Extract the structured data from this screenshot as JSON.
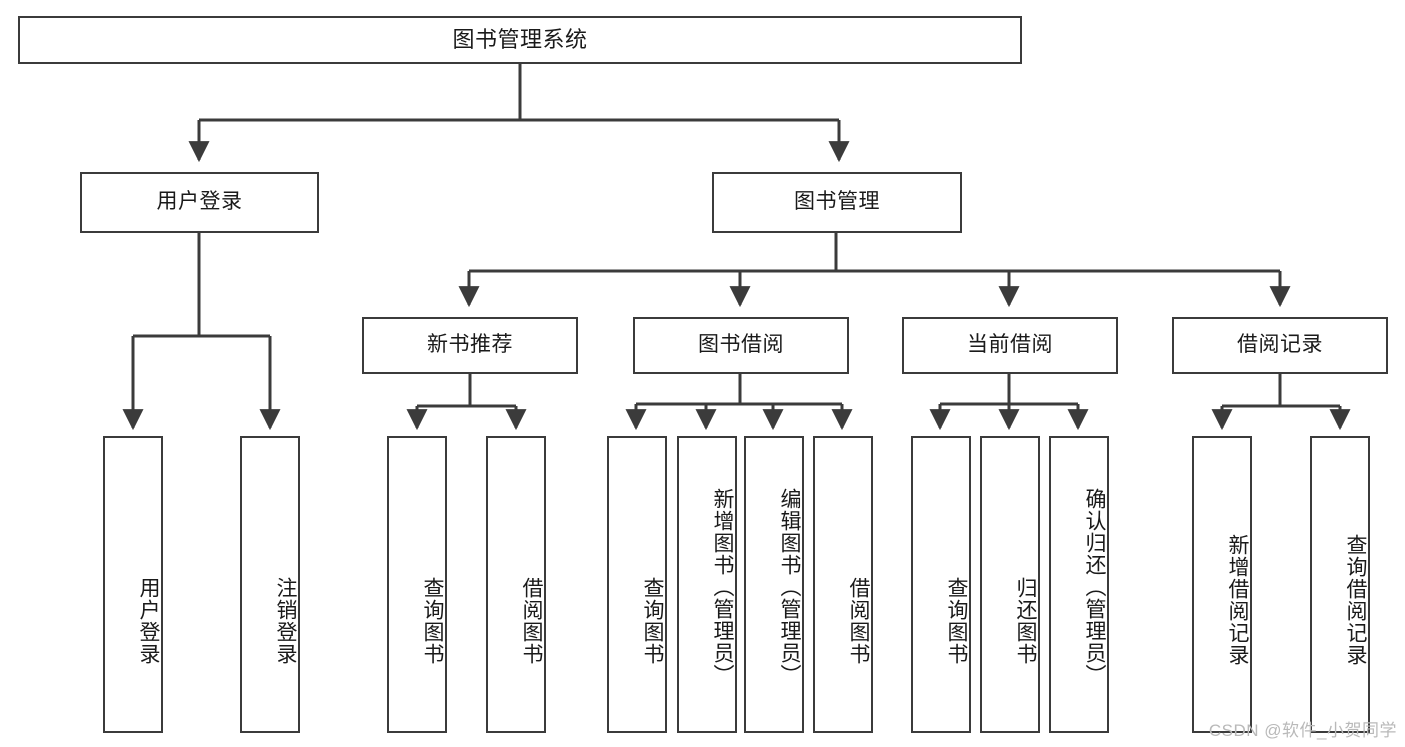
{
  "diagram": {
    "title": "图书管理系统",
    "type": "tree-hierarchy-diagram",
    "colors": {
      "box_border": "#3b3b3b",
      "box_fill": "#ffffff",
      "edge": "#3b3b3b",
      "text": "#1a1a1a",
      "watermark": "#b9b9b9"
    },
    "root": {
      "label": "图书管理系统"
    },
    "level2": {
      "user_login": {
        "label": "用户登录"
      },
      "book_manage": {
        "label": "图书管理"
      }
    },
    "level3": {
      "new_book_recommend": {
        "label": "新书推荐"
      },
      "book_borrow": {
        "label": "图书借阅"
      },
      "current_borrow": {
        "label": "当前借阅"
      },
      "borrow_record": {
        "label": "借阅记录"
      }
    },
    "leaves": {
      "user_login": [
        {
          "label": "用户登录"
        },
        {
          "label": "注销登录"
        }
      ],
      "new_book_recommend": [
        {
          "label": "查询图书"
        },
        {
          "label": "借阅图书"
        }
      ],
      "book_borrow": [
        {
          "label": "查询图书"
        },
        {
          "label": "新增图书（管理员）"
        },
        {
          "label": "编辑图书（管理员）"
        },
        {
          "label": "借阅图书"
        }
      ],
      "current_borrow": [
        {
          "label": "查询图书"
        },
        {
          "label": "归还图书"
        },
        {
          "label": "确认归还（管理员）"
        }
      ],
      "borrow_record": [
        {
          "label": "新增借阅记录"
        },
        {
          "label": "查询借阅记录"
        }
      ]
    },
    "watermark": "CSDN @软件_小贺同学"
  }
}
